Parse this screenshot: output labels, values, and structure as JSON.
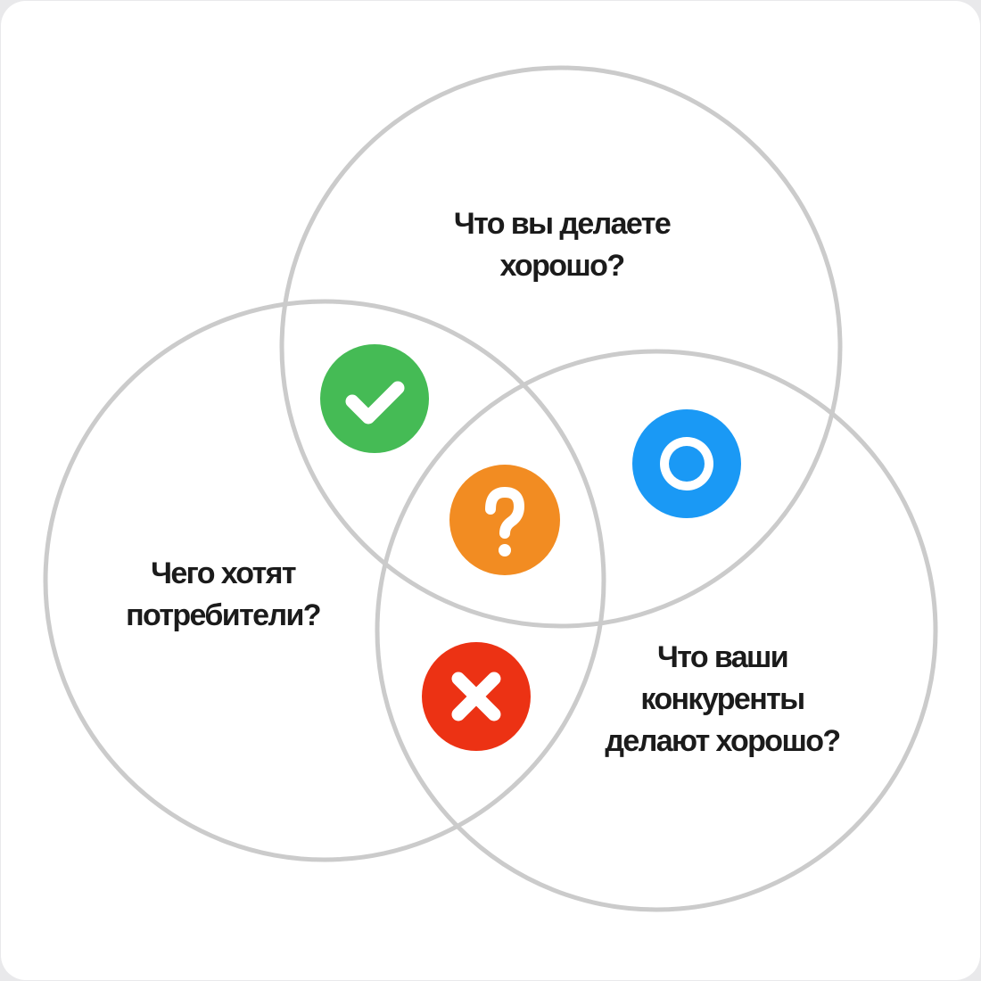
{
  "diagram": {
    "type": "venn",
    "sets": [
      {
        "id": "top",
        "label": "Что вы делаете\nхорошо?"
      },
      {
        "id": "left",
        "label": "Чего хотят\nпотребители?"
      },
      {
        "id": "right",
        "label": "Что ваши\nконкуренты\nделают хорошо?"
      }
    ],
    "circle_stroke_color": "#cbcbcb",
    "markers": [
      {
        "id": "check",
        "region": "top ∩ left",
        "icon": "check-icon",
        "color": "#45bb55"
      },
      {
        "id": "question",
        "region": "top ∩ left ∩ right",
        "icon": "question-icon",
        "color": "#f28c22"
      },
      {
        "id": "circle",
        "region": "top ∩ right",
        "icon": "ring-icon",
        "color": "#1a99f5"
      },
      {
        "id": "cross",
        "region": "left ∩ right",
        "icon": "cross-icon",
        "color": "#ec3214"
      }
    ]
  }
}
